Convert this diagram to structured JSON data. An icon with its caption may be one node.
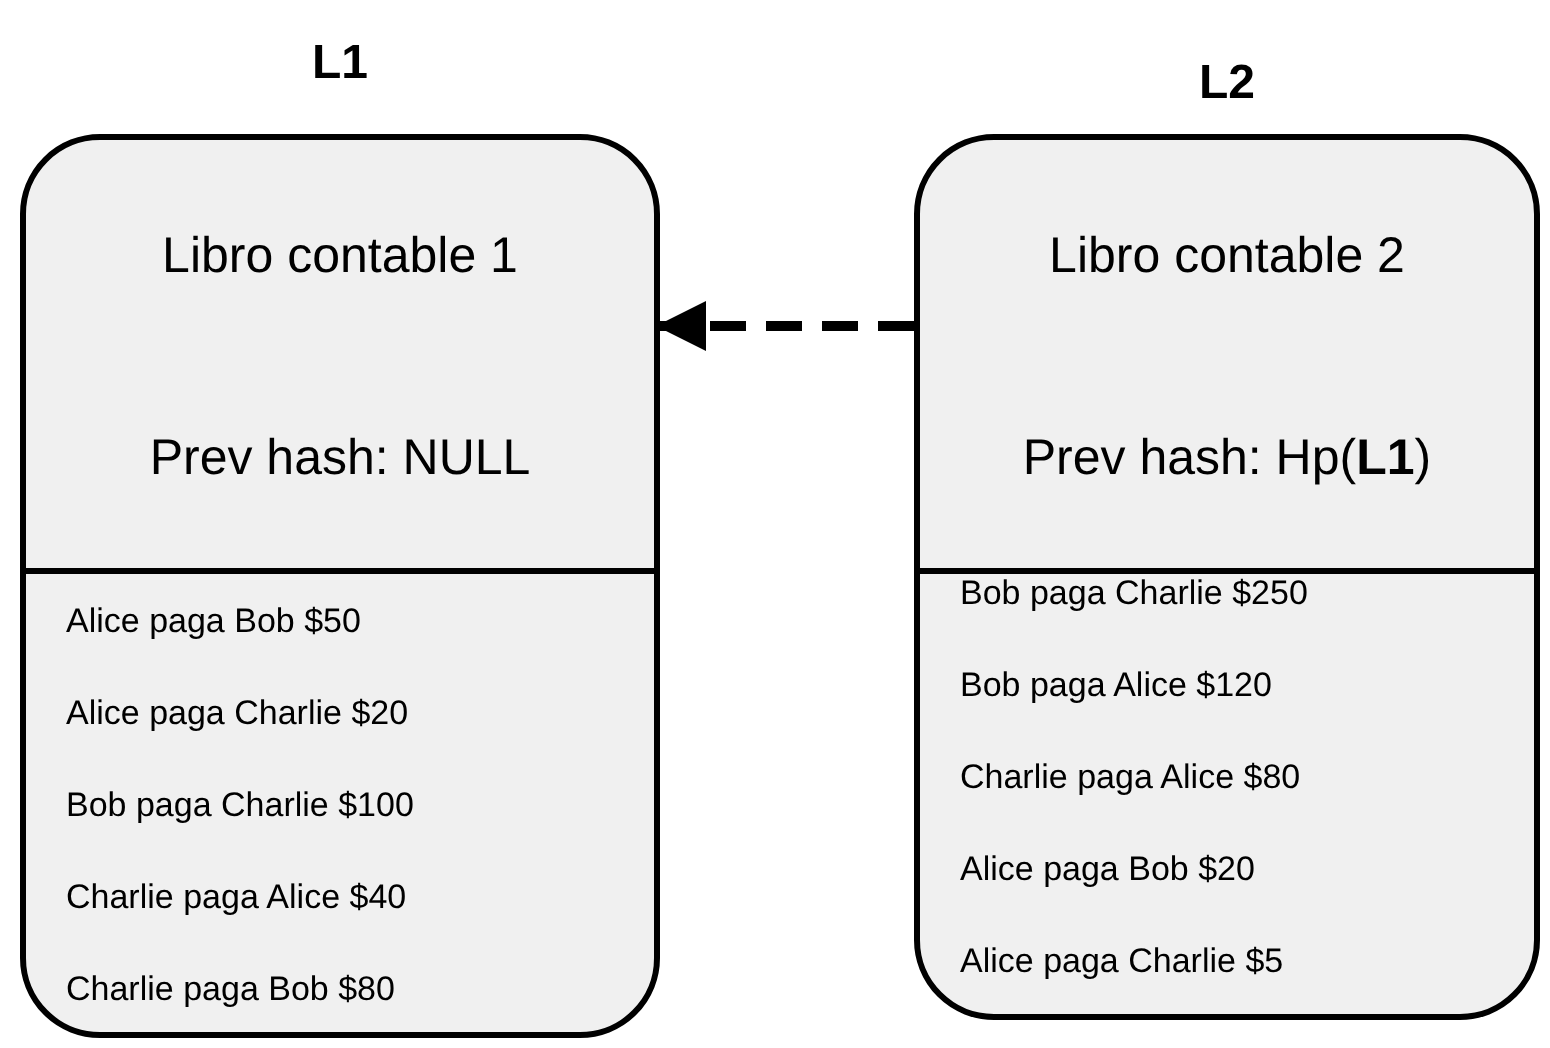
{
  "diagram": {
    "nodes": [
      {
        "text": [
          "L1",
          "Libro contable 1",
          "Prev hash: NULL",
          "Alice paga Bob $50",
          "Alice paga Charlie $20",
          "Bob paga Charlie $100",
          "Charlie paga Alice $40",
          "Charlie paga Bob $80"
        ]
      },
      {
        "text": [
          "L2",
          "Libro contable 2",
          "Prev hash: Hp(**L1**)",
          "Bob paga Charlie $250",
          "Bob paga Alice $120",
          "Charlie paga Alice $80",
          "Alice paga Bob $20",
          "Alice paga Charlie $5"
        ]
      }
    ],
    "edges": [
      {
        "from": 1,
        "to": 0,
        "arrow": "to",
        "style": "dashed"
      }
    ]
  }
}
